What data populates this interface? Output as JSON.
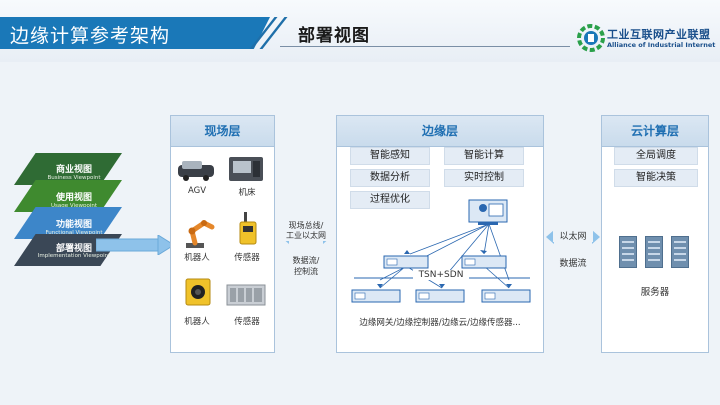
{
  "header": {
    "title": "边缘计算参考架构",
    "page_heading": "部署视图",
    "logo_cn": "工业互联网产业联盟",
    "logo_en": "Alliance of Industrial Internet"
  },
  "viewpoints": [
    {
      "cn": "商业视图",
      "en": "Business Viewpoint",
      "color": "#2f6b34"
    },
    {
      "cn": "使用视图",
      "en": "Usage Viewpoint",
      "color": "#3f8a2f"
    },
    {
      "cn": "功能视图",
      "en": "Functional Viewpoint",
      "color": "#3d86c9"
    },
    {
      "cn": "部署视图",
      "en": "Implementation Viewpoint",
      "color": "#3a4756"
    }
  ],
  "field": {
    "title": "现场层",
    "devices": [
      "AGV",
      "机床",
      "机器人",
      "传感器",
      "机器人",
      "传感器"
    ]
  },
  "link_left": {
    "text": "现场总线/\n工业以太网",
    "flow": "数据流/\n控制流"
  },
  "edge": {
    "title": "边缘层",
    "tags": [
      "智能感知",
      "智能计算",
      "数据分析",
      "实时控制",
      "过程优化"
    ],
    "network_label": "TSN+SDN",
    "footer": "边缘网关/边缘控制器/边缘云/边缘传感器..."
  },
  "link_right": {
    "text": "以太网",
    "flow": "数据流"
  },
  "cloud": {
    "title": "云计算层",
    "tags": [
      "全局调度",
      "智能决策"
    ],
    "server_label": "服务器"
  },
  "colors": {
    "accent": "#1a78b8",
    "panel_title": "#1f6fb2",
    "arrow": "#8ec2ea"
  }
}
